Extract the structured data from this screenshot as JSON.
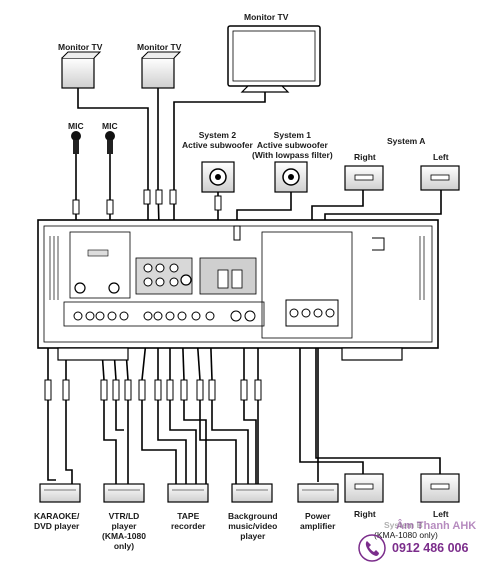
{
  "labels": {
    "monitor_tv_top": "Monitor TV",
    "monitor_tv_left": "Monitor TV",
    "monitor_tv_mid": "Monitor TV",
    "mic_left": "MIC",
    "mic_right": "MIC",
    "system2": "System 2\nActive subwoofer",
    "system1": "System 1\nActive subwoofer\n(With lowpass filter)",
    "system_a": "System A",
    "right_top": "Right",
    "left_top": "Left",
    "karaoke": "KARAOKE/\nDVD player",
    "vtr": "VTR/LD\nplayer\n(KMA-1080\nonly)",
    "tape": "TAPE\nrecorder",
    "background": "Background\nmusic/video\nplayer",
    "power_amp": "Power\namplifier",
    "right_bottom": "Right",
    "left_bottom": "Left",
    "system_b": "System B",
    "kma_only": "(KMA-1080 only)"
  },
  "watermark": {
    "brand": "Âm Thanh AHK",
    "phone": "0912 486 006",
    "color": "#7b2d8b"
  },
  "icons": [
    "monitor-tv-icon",
    "microphone-icon",
    "subwoofer-icon",
    "speaker-icon",
    "amplifier-rear-panel",
    "player-device-icon",
    "phone-icon"
  ]
}
